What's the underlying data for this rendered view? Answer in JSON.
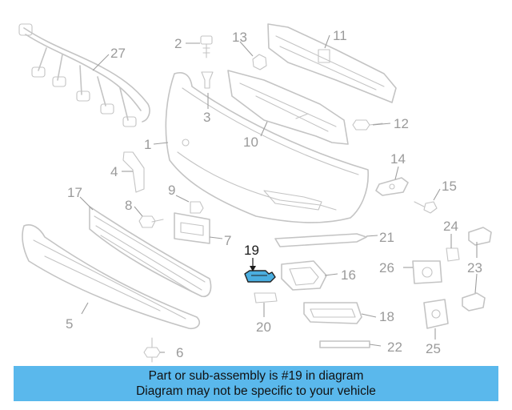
{
  "callouts": {
    "c1": "1",
    "c2": "2",
    "c3": "3",
    "c4": "4",
    "c5": "5",
    "c6": "6",
    "c7": "7",
    "c8": "8",
    "c9": "9",
    "c10": "10",
    "c11": "11",
    "c12": "12",
    "c13": "13",
    "c14": "14",
    "c15": "15",
    "c16": "16",
    "c17": "17",
    "c18": "18",
    "c19": "19",
    "c20": "20",
    "c21": "21",
    "c22": "22",
    "c23": "23",
    "c24": "24",
    "c25": "25",
    "c26": "26",
    "c27": "27"
  },
  "highlight": {
    "part_number": "19",
    "color": "#4aaee0"
  },
  "banner": {
    "line1": "Part or sub-assembly is #19 in diagram",
    "line2": "Diagram may not be specific to your vehicle",
    "background": "#5ab8ec"
  }
}
